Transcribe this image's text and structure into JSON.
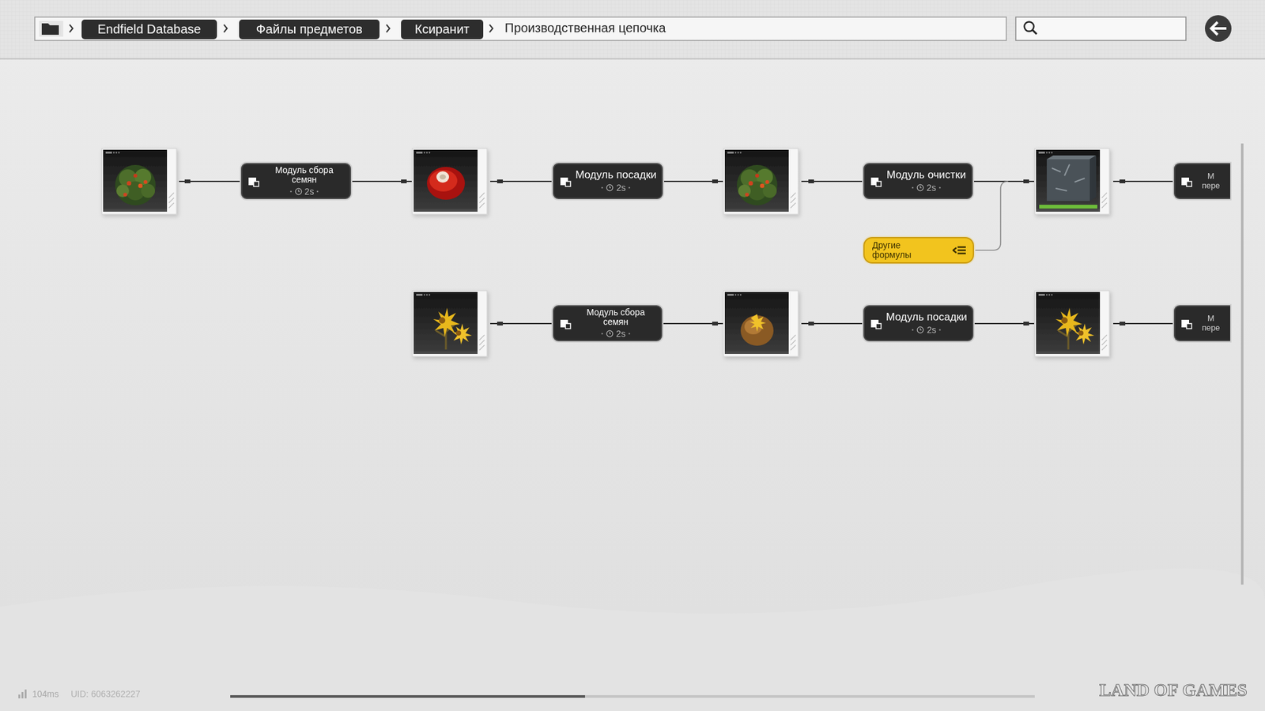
{
  "diagram": {
    "nodes": [
      {
        "text": [
          "Endfield Database"
        ]
      },
      {
        "text": [
          "Файлы предметов"
        ]
      },
      {
        "text": [
          "Ксиранит"
        ]
      },
      {
        "text": [
          "Модуль сбора семян",
          "2s"
        ]
      },
      {
        "text": [
          "Модуль посадки",
          "2s"
        ]
      },
      {
        "text": [
          "Модуль очистки",
          "2s"
        ]
      },
      {
        "text": [
          "М пере"
        ]
      },
      {
        "text": [
          "Другие формулы"
        ]
      },
      {
        "text": [
          "Модуль сбора семян",
          "2s"
        ]
      },
      {
        "text": [
          "Модуль посадки",
          "2s"
        ]
      },
      {
        "text": [
          "М пере"
        ]
      }
    ],
    "labels": [
      "Производственная цепочка",
      "104ms",
      "UID: 6063262227",
      "LAND OF GAMES"
    ]
  }
}
